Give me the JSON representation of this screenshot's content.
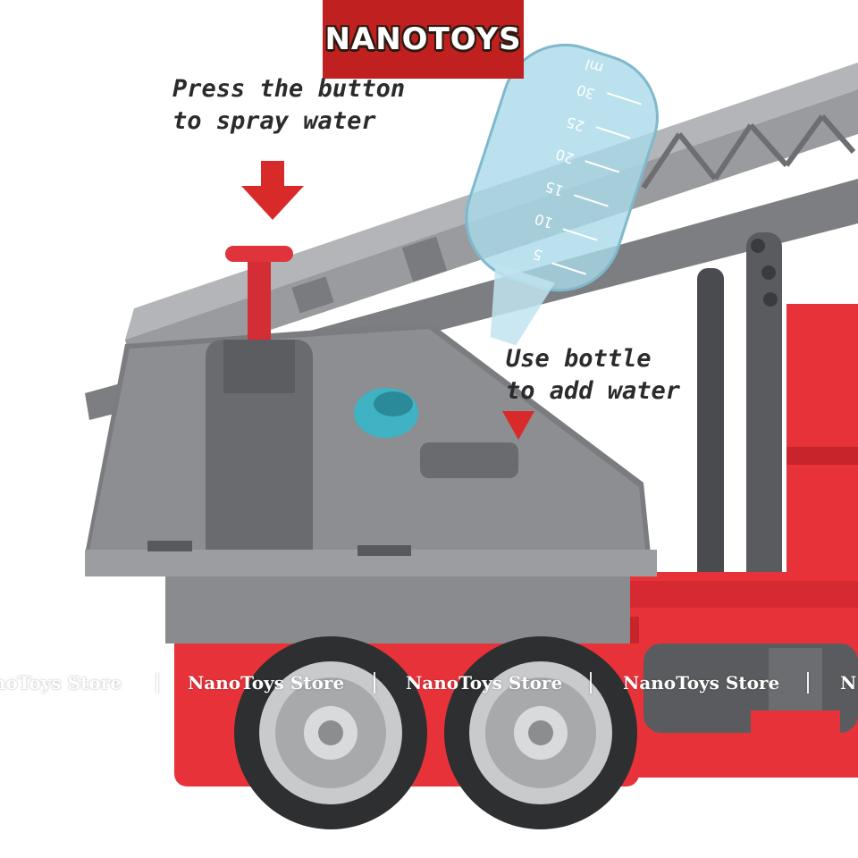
{
  "brand": {
    "logo_text": "NANOTOYS",
    "logo_bg": "#c0201f"
  },
  "callouts": {
    "spray": {
      "line1": "Press the button",
      "line2": "to spray water"
    },
    "bottle": {
      "line1": "Use bottle",
      "line2": "to add water"
    }
  },
  "bottle_scale": {
    "unit": "ml",
    "marks": [
      "5",
      "10",
      "15",
      "20",
      "25",
      "30"
    ]
  },
  "watermark": {
    "text": "NanoToys Store",
    "first_partial": "noToys Store",
    "last_partial": "N"
  },
  "colors": {
    "truck_red": "#e8323a",
    "truck_gray": "#6f6f72",
    "ladder_gray": "#8d8e91",
    "button_red": "#e0343c",
    "arrow_red": "#d92a2a",
    "cap_teal": "#3fb2c4",
    "bottle_blue": "#a9d9e8"
  }
}
